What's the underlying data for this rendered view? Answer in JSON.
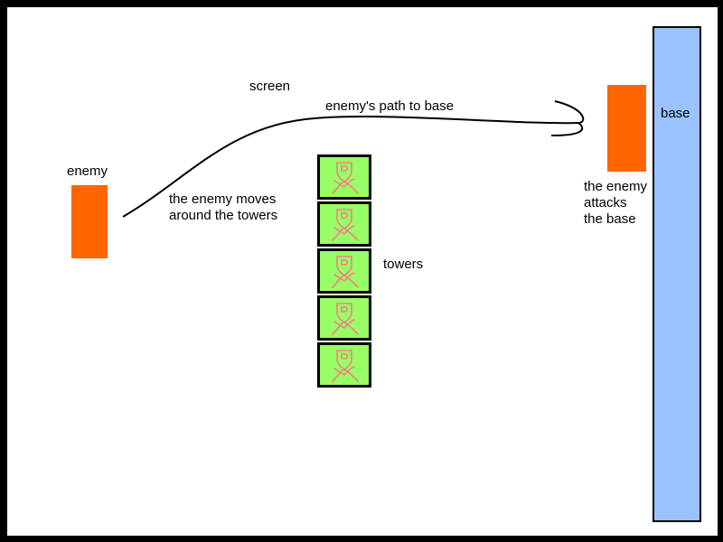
{
  "labels": {
    "screen": "screen",
    "path": "enemy's path to base",
    "enemy": "enemy",
    "moves": "the enemy moves\naround the towers",
    "towers": "towers",
    "attacks": "the enemy\nattacks\nthe base",
    "base": "base"
  },
  "colors": {
    "enemy": "#ff6600",
    "base": "#99c2ff",
    "tower_fill": "#99ff66",
    "tower_icon": "#f08080",
    "path": "#000000"
  },
  "towers": [
    {
      "icon": "stick-figure-icon"
    },
    {
      "icon": "stick-figure-icon"
    },
    {
      "icon": "stick-figure-icon"
    },
    {
      "icon": "stick-figure-icon"
    },
    {
      "icon": "stick-figure-icon"
    }
  ]
}
